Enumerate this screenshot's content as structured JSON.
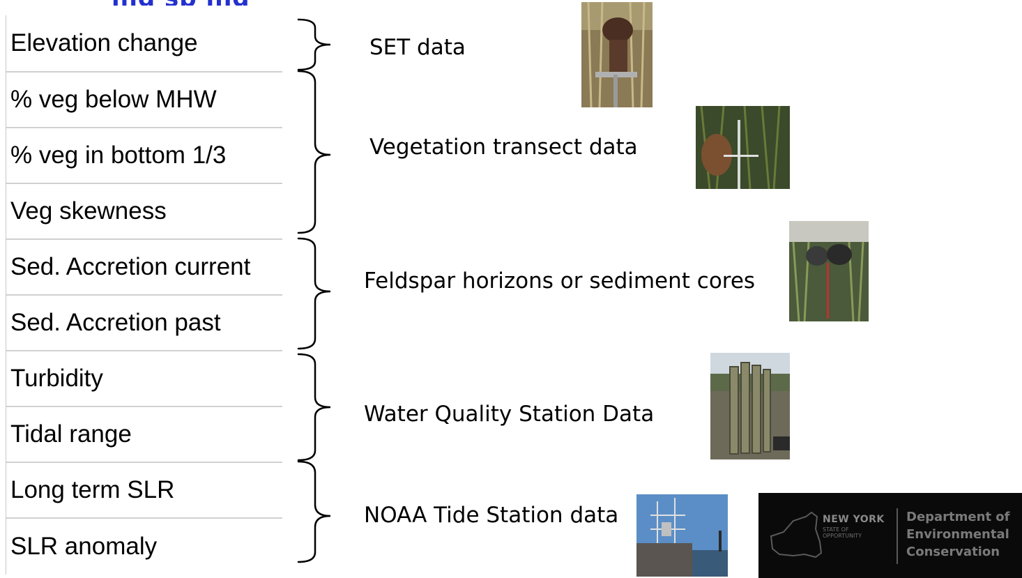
{
  "header": {
    "title_fragment": "ing sp      ing"
  },
  "metrics": [
    {
      "label": "Elevation change"
    },
    {
      "label": "% veg below MHW"
    },
    {
      "label": "% veg in bottom 1/3"
    },
    {
      "label": "Veg skewness"
    },
    {
      "label": "Sed. Accretion current"
    },
    {
      "label": "Sed. Accretion past"
    },
    {
      "label": "Turbidity"
    },
    {
      "label": "Tidal range"
    },
    {
      "label": "Long term SLR"
    },
    {
      "label": "SLR anomaly"
    }
  ],
  "sources": [
    {
      "label": "SET data"
    },
    {
      "label": "Vegetation transect data"
    },
    {
      "label": "Feldspar horizons or sediment cores"
    },
    {
      "label": "Water Quality Station Data"
    },
    {
      "label": "NOAA Tide Station data"
    }
  ],
  "logo": {
    "state_line": "NEW YORK",
    "state_tagline": "STATE OF OPPORTUNITY",
    "dept_line1": "Department of",
    "dept_line2": "Environmental",
    "dept_line3": "Conservation"
  },
  "colors": {
    "title": "#2330d0",
    "divider": "#d0d0d0",
    "logo_background": "#0a0a0a"
  }
}
